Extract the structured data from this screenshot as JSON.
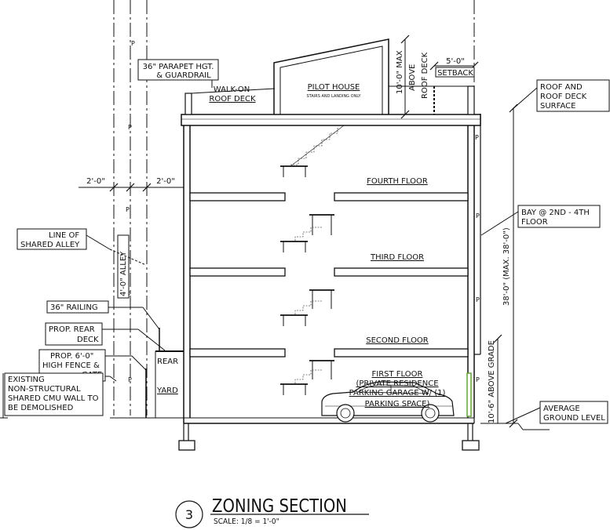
{
  "drawing": {
    "detail_number": "3",
    "title": "ZONING SECTION",
    "scale": "SCALE: 1/8 = 1'-0\""
  },
  "labels": {
    "parapet_1": "36\" PARAPET HGT.",
    "parapet_2": "& GUARDRAIL",
    "walk_on_1": "WALK-ON",
    "walk_on_2": "ROOF DECK",
    "pilot_house": "PILOT HOUSE",
    "pilot_house_sub": "STAIRS AND LANDING ONLY",
    "max_above_1": "10'-0\" MAX",
    "max_above_2": "ABOVE",
    "max_above_3": "ROOF DECK",
    "setback_dim": "5'-0\"",
    "setback": "SETBACK",
    "roof_surface_1": "ROOF AND",
    "roof_surface_2": "ROOF DECK",
    "roof_surface_3": "SURFACE",
    "fourth_floor": "FOURTH FLOOR",
    "third_floor": "THIRD FLOOR",
    "second_floor": "SECOND FLOOR",
    "first_floor_1": "FIRST FLOOR",
    "first_floor_2": "(PRIVATE RESIDENCE",
    "first_floor_3": "PARKING GARAGE W/ (1)",
    "first_floor_4": "PARKING SPACE)",
    "bay_1": "BAY @ 2ND - 4TH",
    "bay_2": "FLOOR",
    "height_dim": "38'-0\" (MAX. 38'-0\")",
    "grade_dim": "10'-6\" ABOVE GRADE",
    "avg_ground_1": "AVERAGE",
    "avg_ground_2": "GROUND LEVEL",
    "dim_left": "2'-0\"",
    "dim_right": "2'-0\"",
    "shared_alley_1": "LINE OF",
    "shared_alley_2": "SHARED ALLEY",
    "alley_width": "4'-0\" ALLEY",
    "railing": "36\" RAILING",
    "rear_deck_1": "PROP. REAR",
    "rear_deck_2": "DECK",
    "fence_1": "PROP. 6'-0\"",
    "fence_2": "HIGH FENCE &",
    "fence_3": "GATE",
    "rear_yard_1": "REAR",
    "rear_yard_2": "YARD",
    "cmu_1": "EXISTING",
    "cmu_2": "NON-STRUCTURAL",
    "cmu_3": "SHARED CMU WALL TO",
    "cmu_4": "BE DEMOLISHED",
    "pl": "P"
  }
}
